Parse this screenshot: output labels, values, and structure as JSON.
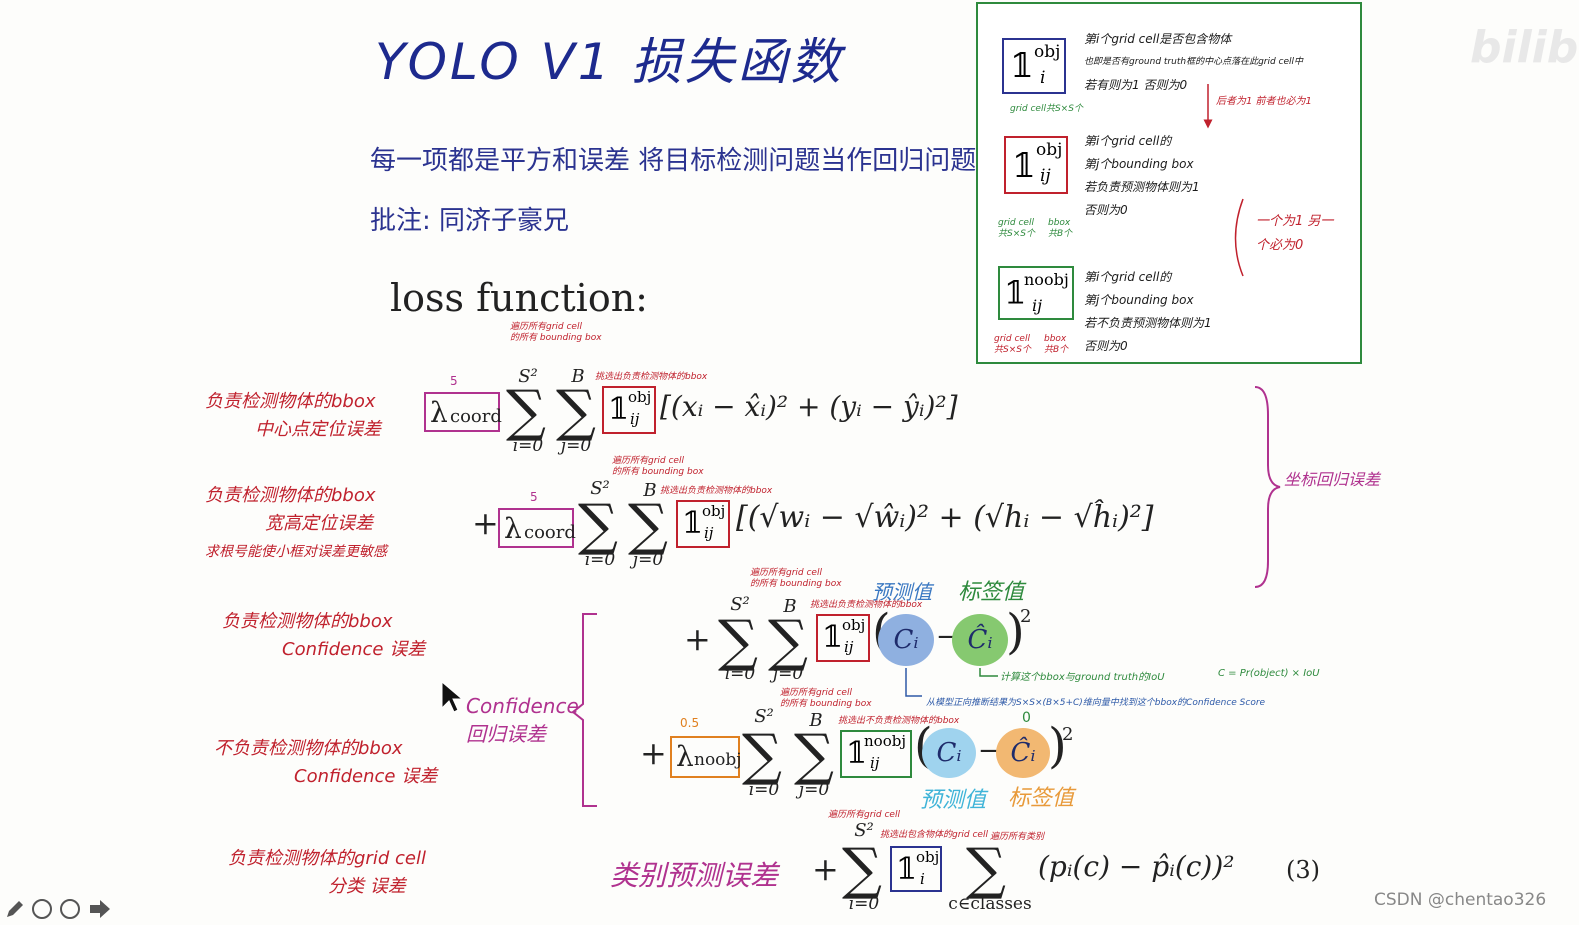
{
  "title": "YOLO V1 损失函数",
  "subtitle_notes": {
    "line1": "每一项都是平方和误差   将目标检测问题当作回归问题",
    "line2": "批注: 同济子豪兄"
  },
  "loss_heading": "loss function:",
  "legend": {
    "obj_i": {
      "symbol": "𝟙",
      "sup": "obj",
      "sub": "i",
      "lines": [
        "第i个grid cell是否包含物体",
        "也即是否有ground truth框的中心点落在此grid cell中",
        "若有则为1 否则为0"
      ],
      "caption": "grid cell共S×S个",
      "arrow_note": "后者为1 前者也必为1"
    },
    "obj_ij": {
      "symbol": "𝟙",
      "sup": "obj",
      "sub": "ij",
      "lines": [
        "第i个grid cell的",
        "第j个bounding box",
        "若负责预测物体则为1",
        "否则为0"
      ],
      "caption_a": "grid cell 共S×S个",
      "caption_b": "bbox 共B个",
      "side_note": "一个为1 另一个必为0"
    },
    "noobj_ij": {
      "symbol": "𝟙",
      "sup": "noobj",
      "sub": "ij",
      "lines": [
        "第i个grid cell的",
        "第j个bounding box",
        "若不负责预测物体则为1",
        "否则为0"
      ],
      "caption_a": "grid cell 共S×S个",
      "caption_b": "bbox 共B个"
    }
  },
  "terms": {
    "t1": {
      "note": [
        "负责检测物体的bbox",
        "中心点定位误差"
      ],
      "lambda": "λ",
      "lambda_sub": "coord",
      "lambda_val": "5",
      "sum1_sup": "S²",
      "sum1_sub": "i=0",
      "sum2_sup": "B",
      "sum2_sub": "j=0",
      "ind_sup": "obj",
      "ind_sub": "ij",
      "over_note1": "遍历所有grid cell",
      "over_note2": "的所有 bounding box",
      "ind_note": "挑选出负责检测物体的bbox",
      "body": "[(xᵢ − x̂ᵢ)² + (yᵢ − ŷᵢ)²]"
    },
    "t2": {
      "note": [
        "负责检测物体的bbox",
        "宽高定位误差",
        "求根号能使小框对误差更敏感"
      ],
      "plus": "+",
      "lambda": "λ",
      "lambda_sub": "coord",
      "lambda_val": "5",
      "sum1_sup": "S²",
      "sum1_sub": "i=0",
      "sum2_sup": "B",
      "sum2_sub": "j=0",
      "ind_sup": "obj",
      "ind_sub": "ij",
      "over_note1": "遍历所有grid cell",
      "over_note2": "的所有 bounding box",
      "ind_note": "挑选出负责检测物体的bbox",
      "body": "[(√wᵢ − √ŵᵢ)² + (√hᵢ − √ĥᵢ)²]"
    },
    "brace_note": "坐标回归误差",
    "t3": {
      "note": [
        "负责检测物体的bbox",
        "Confidence 误差"
      ],
      "plus": "+",
      "sum1_sup": "S²",
      "sum1_sub": "i=0",
      "sum2_sup": "B",
      "sum2_sub": "j=0",
      "ind_sup": "obj",
      "ind_sub": "ij",
      "over_note1": "遍历所有grid cell",
      "over_note2": "的所有 bounding box",
      "ind_note": "挑选出负责检测物体的bbox",
      "c_pred": "Cᵢ",
      "c_true": "Ĉᵢ",
      "pred_label": "预测值",
      "true_label": "标签值",
      "iou_note": "计算这个bbox与ground truth的IoU",
      "formula_note": "C = Pr(object) × IoU",
      "model_note": "从模型正向推断结果为S×S×(B×5+C)维向量中找到这个bbox的Confidence Score"
    },
    "conf_brace_note": [
      "Confidence",
      "回归误差"
    ],
    "t4": {
      "note": [
        "不负责检测物体的bbox",
        "Confidence 误差"
      ],
      "plus": "+",
      "lambda": "λ",
      "lambda_sub": "noobj",
      "lambda_val": "0.5",
      "sum1_sup": "S²",
      "sum1_sub": "i=0",
      "sum2_sup": "B",
      "sum2_sub": "j=0",
      "ind_sup": "noobj",
      "ind_sub": "ij",
      "over_note1": "遍历所有grid cell",
      "over_note2": "的所有 bounding box",
      "ind_note": "挑选出不负责检测物体的bbox",
      "c_pred": "Cᵢ",
      "c_true": "Ĉᵢ",
      "true_val": "0",
      "pred_label": "预测值",
      "true_label": "标签值"
    },
    "t5": {
      "note": [
        "负责检测物体的grid cell",
        "分类 误差"
      ],
      "class_label": "类别预测误差",
      "plus": "+",
      "sum1_sup": "S²",
      "sum1_sub": "i=0",
      "ind_sup": "obj",
      "ind_sub": "i",
      "over_note1": "遍历所有grid cell",
      "ind_note": "挑选出包含物体的grid cell",
      "cls_note": "遍历所有类别",
      "sum2_sub": "c∈classes",
      "body": "(pᵢ(c) − p̂ᵢ(c))²",
      "eq_no": "(3)"
    }
  },
  "watermark": "CSDN @chentao326",
  "corner_logo": "bilibili",
  "colors": {
    "title": "#1d2a8e",
    "red_note": "#c0212d",
    "purple": "#b0328f",
    "green": "#2e8a3d",
    "pred_circle": "#8fb0e0",
    "true_circle": "#86c970",
    "pred_circle2": "#9fd3ee",
    "true_circle2": "#f2b872"
  }
}
